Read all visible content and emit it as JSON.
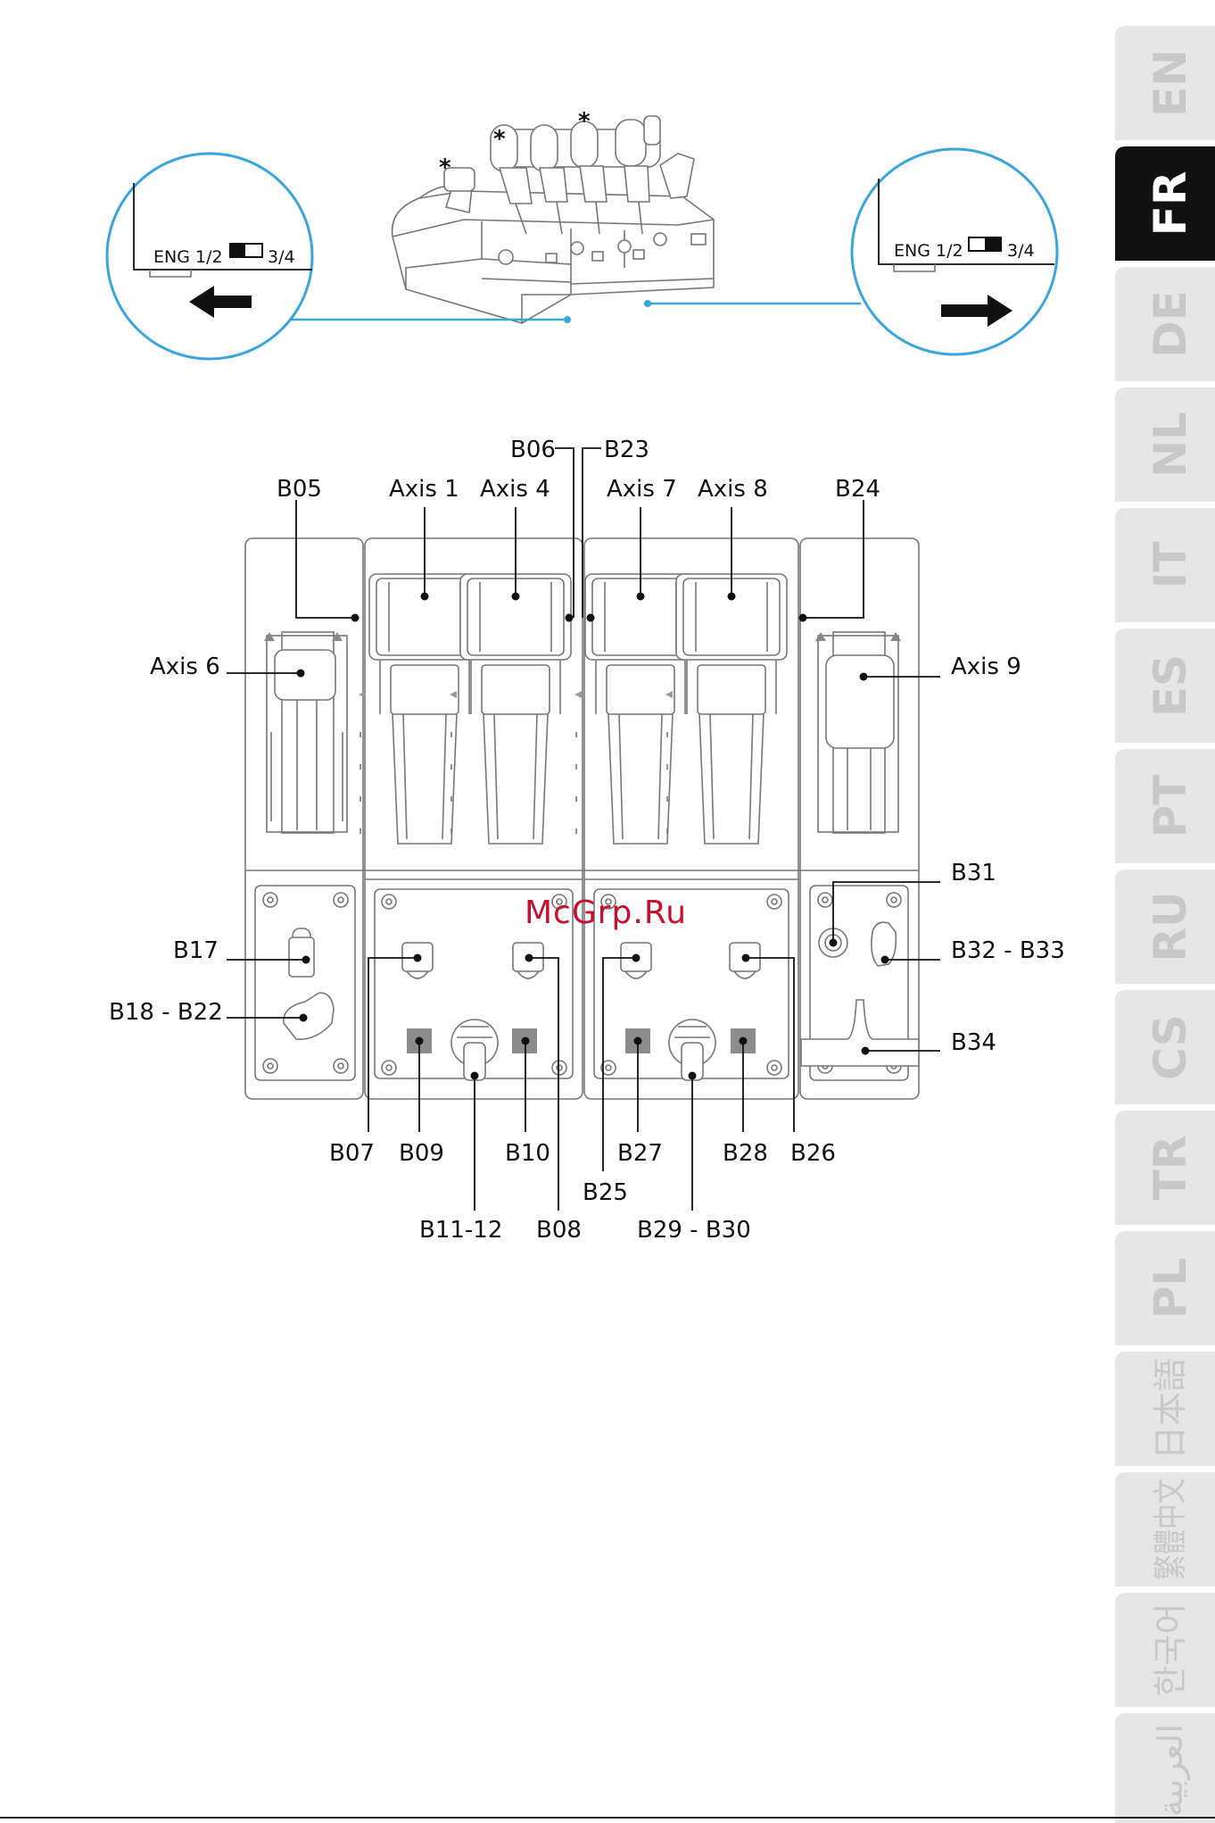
{
  "language_tabs": [
    {
      "code": "EN",
      "active": false
    },
    {
      "code": "FR",
      "active": true
    },
    {
      "code": "DE",
      "active": false
    },
    {
      "code": "NL",
      "active": false
    },
    {
      "code": "IT",
      "active": false
    },
    {
      "code": "ES",
      "active": false
    },
    {
      "code": "PT",
      "active": false
    },
    {
      "code": "RU",
      "active": false
    },
    {
      "code": "CS",
      "active": false
    },
    {
      "code": "TR",
      "active": false
    },
    {
      "code": "PL",
      "active": false
    },
    {
      "code": "日本語",
      "active": false
    },
    {
      "code": "繁體中文",
      "active": false
    },
    {
      "code": "한국어",
      "active": false
    },
    {
      "code": "العربية",
      "active": false
    }
  ],
  "colors": {
    "tab_inactive_bg": "#e6e6e6",
    "tab_inactive_text": "#c8c8c8",
    "tab_active_bg": "#111111",
    "tab_active_text": "#ffffff",
    "callout_circle": "#3aa6dc",
    "watermark": "#c8102e",
    "button_fill": "#8c8c8c"
  },
  "product_view": {
    "asterisk": "*"
  },
  "switch_left": {
    "label_left": "ENG 1/2",
    "label_right": "3/4",
    "arrow": "left-arrow"
  },
  "switch_right": {
    "label_left": "ENG 1/2",
    "label_right": "3/4",
    "arrow": "right-arrow"
  },
  "watermark": "McGrp.Ru",
  "callouts": {
    "b05": "B05",
    "axis1": "Axis 1",
    "axis4": "Axis 4",
    "b06": "B06",
    "b23": "B23",
    "axis7": "Axis 7",
    "axis8": "Axis 8",
    "b24": "B24",
    "axis6": "Axis 6",
    "axis9": "Axis 9",
    "b31": "B31",
    "b17": "B17",
    "b32_b33": "B32 - B33",
    "b18_b22": "B18 - B22",
    "b34": "B34",
    "b07": "B07",
    "b09": "B09",
    "b10": "B10",
    "b27": "B27",
    "b28": "B28",
    "b26": "B26",
    "b25": "B25",
    "b11_12": "B11-12",
    "b08": "B08",
    "b29_b30": "B29 - B30"
  }
}
